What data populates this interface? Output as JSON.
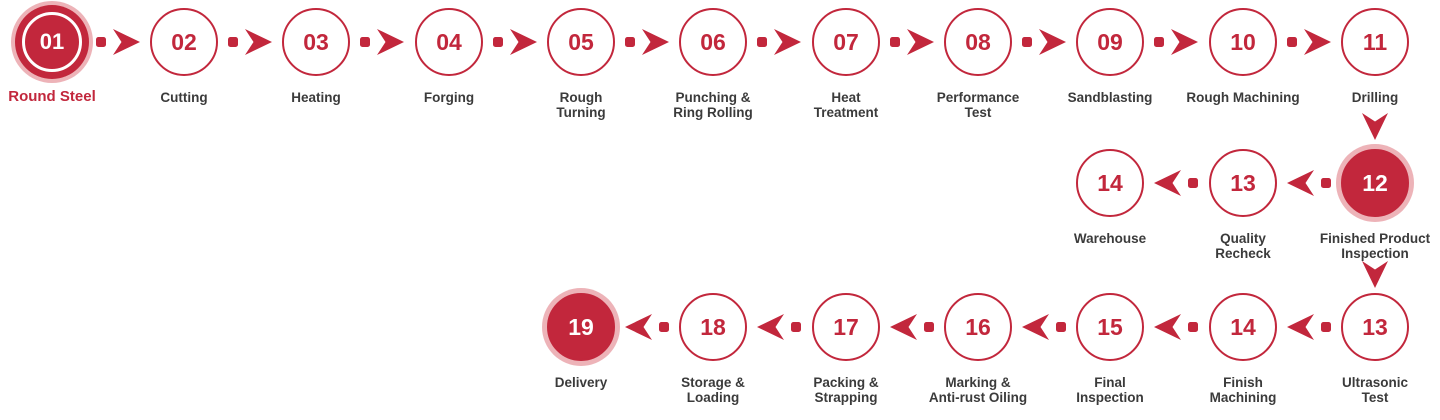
{
  "diagram": {
    "name": "production-process-flow",
    "accent_color": "#c2273c",
    "halo_color": "rgba(219,103,113,0.5)",
    "label_color": "#3b3b3b",
    "background": "#ffffff",
    "flow": "Row 1 steps 01-11 left to right; branch down from 11 to highlighted 12; row 2 runs 12-14 right to left; second branch down from 12 to 13; row 3 runs 13-19 right to left ending at highlighted 19."
  },
  "nodes": [
    {
      "num": "01",
      "label": "Round Steel",
      "highlighted": true
    },
    {
      "num": "02",
      "label": "Cutting",
      "highlighted": false
    },
    {
      "num": "03",
      "label": "Heating",
      "highlighted": false
    },
    {
      "num": "04",
      "label": "Forging",
      "highlighted": false
    },
    {
      "num": "05",
      "label": "Rough\nTurning",
      "highlighted": false
    },
    {
      "num": "06",
      "label": "Punching &\nRing Rolling",
      "highlighted": false
    },
    {
      "num": "07",
      "label": "Heat\nTreatment",
      "highlighted": false
    },
    {
      "num": "08",
      "label": "Performance\nTest",
      "highlighted": false
    },
    {
      "num": "09",
      "label": "Sandblasting",
      "highlighted": false
    },
    {
      "num": "10",
      "label": "Rough Machining",
      "highlighted": false
    },
    {
      "num": "11",
      "label": "Drilling",
      "highlighted": false
    },
    {
      "num": "12",
      "label": "Finished Product\nInspection",
      "highlighted": true
    },
    {
      "num": "13",
      "label": "Quality\nRecheck",
      "highlighted": false
    },
    {
      "num": "14",
      "label": "Warehouse",
      "highlighted": false
    },
    {
      "num": "13",
      "label": "Ultrasonic\nTest",
      "highlighted": false
    },
    {
      "num": "14",
      "label": "Finish\nMachining",
      "highlighted": false
    },
    {
      "num": "15",
      "label": "Final\nInspection",
      "highlighted": false
    },
    {
      "num": "16",
      "label": "Marking &\nAnti-rust Oiling",
      "highlighted": false
    },
    {
      "num": "17",
      "label": "Packing &\nStrapping",
      "highlighted": false
    },
    {
      "num": "18",
      "label": "Storage &\nLoading",
      "highlighted": false
    },
    {
      "num": "19",
      "label": "Delivery",
      "highlighted": true
    }
  ]
}
